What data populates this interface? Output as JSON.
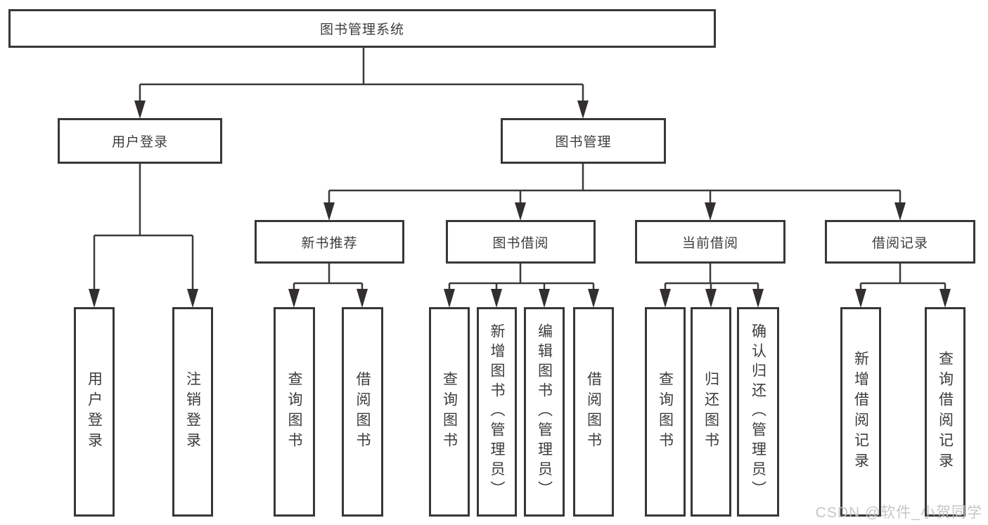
{
  "diagram": {
    "title": "图书管理系统",
    "level2": {
      "user_login": "用户登录",
      "book_management": "图书管理"
    },
    "level3": {
      "new_book_recommend": "新书推荐",
      "book_borrow": "图书借阅",
      "current_borrow": "当前借阅",
      "borrow_record": "借阅记录"
    },
    "level4": {
      "user_login": "用户登录",
      "logout": "注销登录",
      "query_book_1": "查询图书",
      "borrow_book_1": "借阅图书",
      "query_book_2": "查询图书",
      "add_book_admin": "新增图书（管理员）",
      "edit_book_admin": "编辑图书（管理员）",
      "borrow_book_2": "借阅图书",
      "query_book_3": "查询图书",
      "return_book": "归还图书",
      "confirm_return_admin": "确认归还（管理员）",
      "add_borrow_record": "新增借阅记录",
      "query_borrow_record": "查询借阅记录"
    }
  },
  "watermark": "CSDN @软件_小贺同学",
  "colors": {
    "line": "#3a3a3a",
    "box_border": "#373737",
    "text": "#3c3c3c",
    "watermark": "#c3c3c3",
    "background": "#ffffff"
  }
}
